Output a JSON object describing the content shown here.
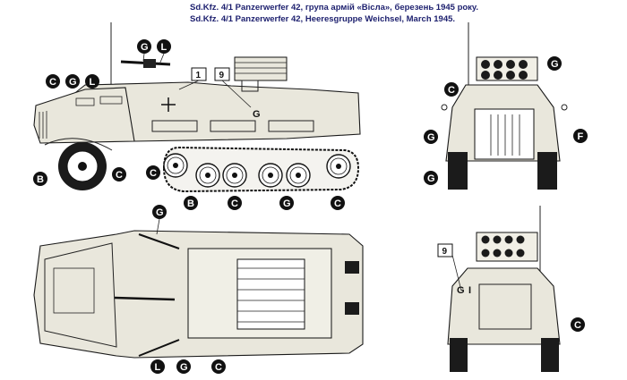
{
  "captions": {
    "ukr": "Sd.Kfz. 4/1 Panzerwerfer 42, група армій «Вісла», березень 1945 року.",
    "eng": "Sd.Kfz. 4/1 Panzerwerfer 42, Heeresgruppe Weichsel, March 1945."
  },
  "callouts": {
    "C": "C",
    "G": "G",
    "L": "L",
    "B": "B",
    "F": "F"
  },
  "boxes": {
    "b1": "1",
    "b9a": "9",
    "b9b": "9"
  },
  "markings": {
    "hull_g": "G",
    "rear_g": "G",
    "rear_i": "I"
  },
  "colors": {
    "hull": "#e9e7dc",
    "ink": "#1a1a1a",
    "caption": "#1c1f6e"
  }
}
